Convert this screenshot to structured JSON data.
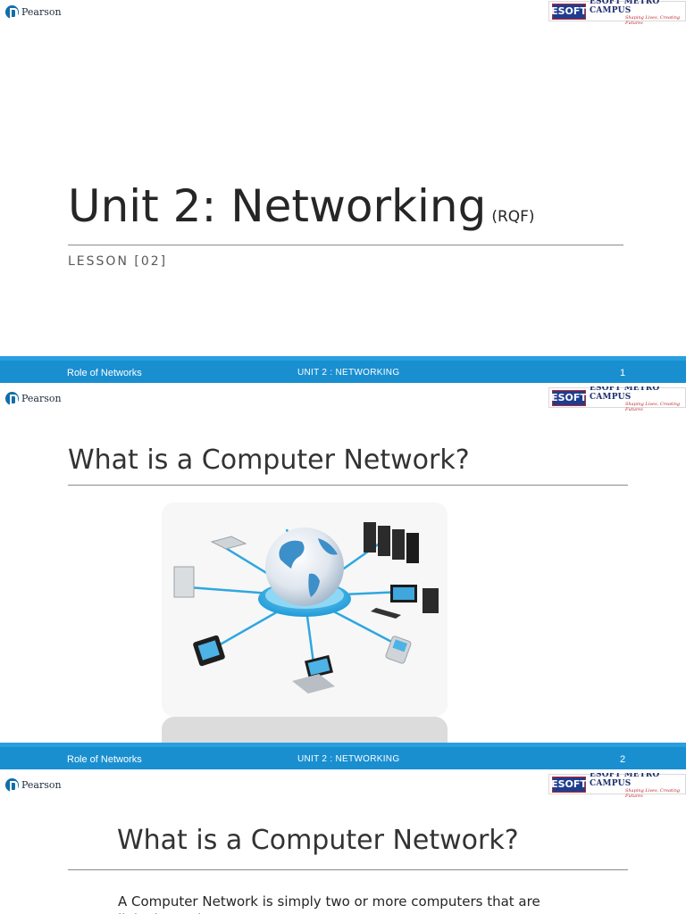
{
  "header": {
    "pearson_label": "Pearson",
    "esoft_badge": "ESOFT",
    "esoft_name": "ESOFT METRO CAMPUS",
    "esoft_tagline": "Shaping Lives, Creating Futures"
  },
  "slide1": {
    "title": "Unit 2: Networking",
    "title_suffix": "(RQF)",
    "lesson": "LESSON [02]",
    "footer": {
      "left": "Role of Networks",
      "center": "UNIT 2 : NETWORKING",
      "number": "1"
    }
  },
  "slide2": {
    "title": "What is a Computer Network?",
    "image": "network-globe-illustration",
    "footer": {
      "left": "Role of Networks",
      "center": "UNIT 2 : NETWORKING",
      "number": "2"
    }
  },
  "slide3": {
    "title": "What is a Computer Network?",
    "body": "A Computer Network is simply two or more computers that are linked together."
  },
  "colors": {
    "footer_bar": "#1a8fd0",
    "footer_top": "#2a9fe0",
    "pearson_blue": "#0f6eaa",
    "esoft_navy": "#1f3d8f",
    "esoft_red": "#c0262d"
  }
}
